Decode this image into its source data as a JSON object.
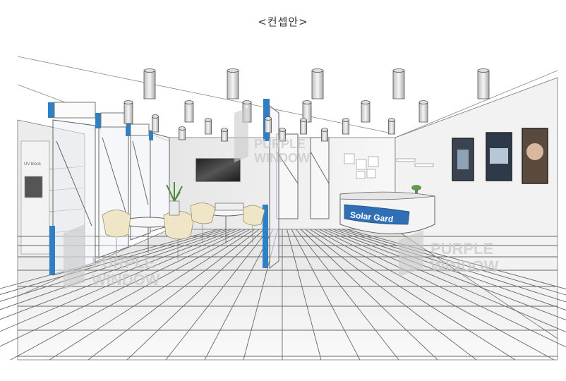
{
  "caption": "<컨셉안>",
  "watermark": {
    "line1": "PURPLE",
    "line2": "WINDOW"
  },
  "reception_sign": "Solar Gard",
  "wall_label": "UV block",
  "colors": {
    "accent_blue": "#2e7fc4",
    "sketch_line": "#555555",
    "chair": "#efe6c8"
  }
}
